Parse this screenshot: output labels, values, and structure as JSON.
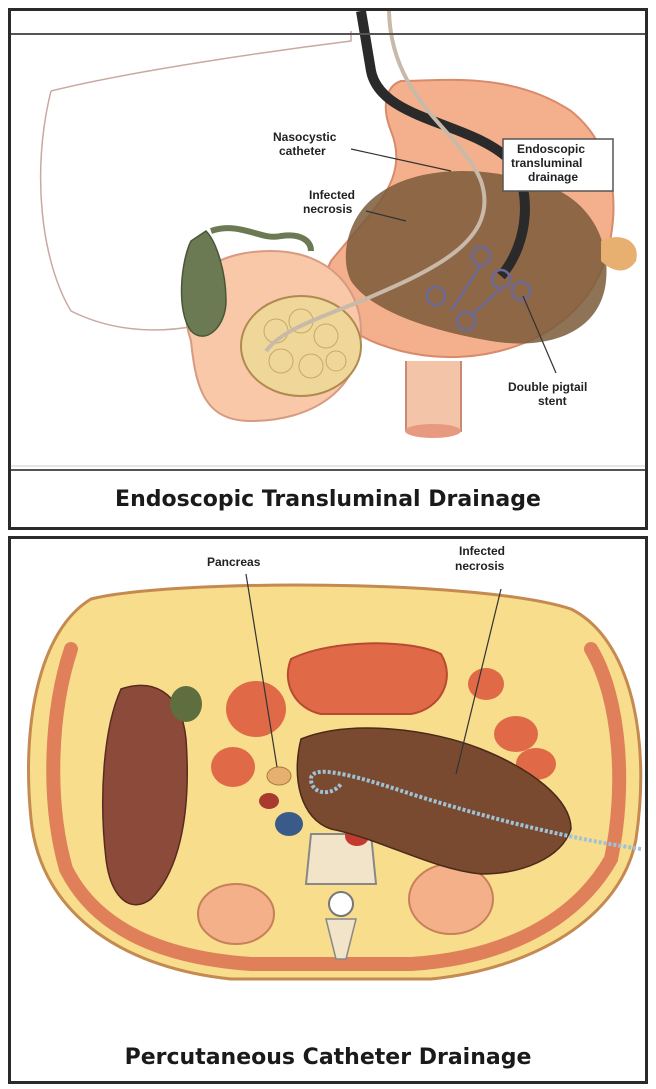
{
  "panels": [
    {
      "caption": "Endoscopic Transluminal Drainage",
      "labels": {
        "nasocystic": [
          "Nasocystic",
          "catheter"
        ],
        "infected": [
          "Infected",
          "necrosis"
        ],
        "endoscopic": [
          "Endoscopic",
          "transluminal",
          "drainage"
        ],
        "pigtail": [
          "Double pigtail",
          "stent"
        ]
      }
    },
    {
      "caption": "Percutaneous Catheter Drainage",
      "labels": {
        "pancreas": [
          "Pancreas"
        ],
        "infected": [
          "Infected",
          "necrosis"
        ]
      }
    }
  ]
}
